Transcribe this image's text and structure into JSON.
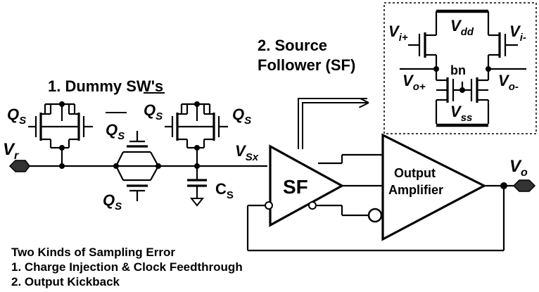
{
  "labels": {
    "dummy_title": "1. Dummy SW's",
    "sf_title_line1": "2. Source",
    "sf_title_line2": "Follower (SF)",
    "q": "Q",
    "sub_s": "S",
    "v": "V",
    "sub_r": "r",
    "sub_sx": "Sx",
    "sub_o": "o",
    "cap": "C",
    "sf_block": "SF",
    "amp_line1": "Output",
    "amp_line2": "Amplifier",
    "vi_plus_sub": "i+",
    "vi_minus_sub": "i-",
    "vdd_sub": "dd",
    "vss_sub": "ss",
    "vo_plus_sub": "o+",
    "vo_minus_sub": "o-",
    "bn": "bn"
  },
  "notes": {
    "heading": "Two Kinds of Sampling Error",
    "item1": "1. Charge Injection & Clock Feedthrough",
    "item2": "2. Output Kickback"
  }
}
